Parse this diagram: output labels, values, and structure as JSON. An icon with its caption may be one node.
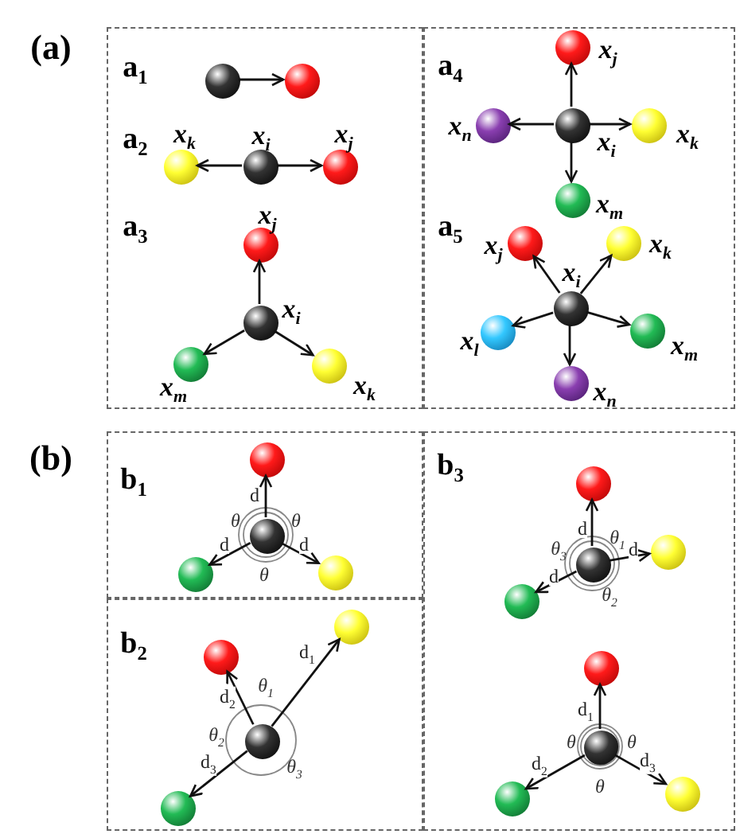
{
  "diagram": {
    "nodes": [
      {
        "text": [],
        "shape": "box"
      },
      {
        "text": [],
        "shape": "box"
      },
      {
        "text": [],
        "shape": "box"
      },
      {
        "text": [],
        "shape": "box"
      },
      {
        "text": [],
        "shape": "box"
      },
      {
        "text": [],
        "shape": "circle",
        "in": 0
      },
      {
        "text": [],
        "shape": "circle",
        "in": 0
      },
      {
        "text": [],
        "shape": "circle",
        "in": 0,
        "beside": [
          "x$_{k}$"
        ]
      },
      {
        "text": [],
        "shape": "circle",
        "in": 0,
        "beside": [
          "x$_{i}$"
        ]
      },
      {
        "text": [],
        "shape": "circle",
        "in": 0,
        "beside": [
          "x$_{j}$"
        ]
      },
      {
        "text": [],
        "shape": "circle",
        "in": 0,
        "beside": [
          "x$_{j}$"
        ]
      },
      {
        "text": [],
        "shape": "circle",
        "in": 0,
        "beside": [
          "x$_{i}$"
        ]
      },
      {
        "text": [],
        "shape": "circle",
        "in": 0,
        "beside": [
          "x$_{m}$"
        ]
      },
      {
        "text": [],
        "shape": "circle",
        "in": 0,
        "beside": [
          "x$_{k}$"
        ]
      },
      {
        "text": [],
        "shape": "circle",
        "in": 1,
        "beside": [
          "x$_{j}$"
        ]
      },
      {
        "text": [],
        "shape": "circle",
        "in": 1,
        "beside": [
          "x$_{n}$"
        ]
      },
      {
        "text": [],
        "shape": "circle",
        "in": 1,
        "beside": [
          "x$_{i}$"
        ]
      },
      {
        "text": [],
        "shape": "circle",
        "in": 1,
        "beside": [
          "x$_{k}$"
        ]
      },
      {
        "text": [],
        "shape": "circle",
        "in": 1,
        "beside": [
          "x$_{m}$"
        ]
      },
      {
        "text": [],
        "shape": "circle",
        "in": 1,
        "beside": [
          "x$_{j}$"
        ]
      },
      {
        "text": [],
        "shape": "circle",
        "in": 1,
        "beside": [
          "x$_{k}$"
        ]
      },
      {
        "text": [],
        "shape": "circle",
        "in": 1,
        "beside": [
          "x$_{i}$"
        ]
      },
      {
        "text": [],
        "shape": "circle",
        "in": 1,
        "beside": [
          "x$_{l}$"
        ]
      },
      {
        "text": [],
        "shape": "circle",
        "in": 1,
        "beside": [
          "x$_{m}$"
        ]
      },
      {
        "text": [],
        "shape": "circle",
        "in": 1,
        "beside": [
          "x$_{n}$"
        ]
      },
      {
        "text": [],
        "shape": "circle",
        "in": 2
      },
      {
        "text": [],
        "shape": "circle",
        "in": 2
      },
      {
        "text": [],
        "shape": "circle",
        "in": 2
      },
      {
        "text": [],
        "shape": "circle",
        "in": 2
      },
      {
        "text": [],
        "shape": "circle",
        "in": 3
      },
      {
        "text": [],
        "shape": "circle",
        "in": 3
      },
      {
        "text": [],
        "shape": "circle",
        "in": 3
      },
      {
        "text": [],
        "shape": "circle",
        "in": 3
      },
      {
        "text": [],
        "shape": "circle",
        "in": 4
      },
      {
        "text": [],
        "shape": "circle",
        "in": 4
      },
      {
        "text": [],
        "shape": "circle",
        "in": 4
      },
      {
        "text": [],
        "shape": "circle",
        "in": 4
      },
      {
        "text": [],
        "shape": "circle",
        "in": 4
      },
      {
        "text": [],
        "shape": "circle",
        "in": 4
      },
      {
        "text": [],
        "shape": "circle",
        "in": 4
      },
      {
        "text": [],
        "shape": "circle",
        "in": 4
      }
    ],
    "edges": [
      {
        "from": 5,
        "to": 6,
        "arrow": "to"
      },
      {
        "from": 8,
        "to": 7,
        "arrow": "to"
      },
      {
        "from": 8,
        "to": 9,
        "arrow": "to"
      },
      {
        "from": 11,
        "to": 10,
        "arrow": "to"
      },
      {
        "from": 11,
        "to": 12,
        "arrow": "to"
      },
      {
        "from": 11,
        "to": 13,
        "arrow": "to"
      },
      {
        "from": 16,
        "to": 14,
        "arrow": "to"
      },
      {
        "from": 16,
        "to": 15,
        "arrow": "to"
      },
      {
        "from": 16,
        "to": 17,
        "arrow": "to"
      },
      {
        "from": 16,
        "to": 18,
        "arrow": "to"
      },
      {
        "from": 21,
        "to": 19,
        "arrow": "to"
      },
      {
        "from": 21,
        "to": 20,
        "arrow": "to"
      },
      {
        "from": 21,
        "to": 22,
        "arrow": "to"
      },
      {
        "from": 21,
        "to": 23,
        "arrow": "to"
      },
      {
        "from": 21,
        "to": 24,
        "arrow": "to"
      },
      {
        "from": 26,
        "to": 25,
        "arrow": "to",
        "label": "d"
      },
      {
        "from": 26,
        "to": 27,
        "arrow": "to",
        "label": "d"
      },
      {
        "from": 26,
        "to": 28,
        "arrow": "to",
        "label": "d"
      },
      {
        "from": 31,
        "to": 29,
        "arrow": "to",
        "label": "d$_{1}$"
      },
      {
        "from": 31,
        "to": 30,
        "arrow": "to",
        "label": "d$_{2}$"
      },
      {
        "from": 31,
        "to": 32,
        "arrow": "to",
        "label": "d$_{3}$"
      },
      {
        "from": 35,
        "to": 33,
        "arrow": "to",
        "label": "d"
      },
      {
        "from": 35,
        "to": 34,
        "arrow": "to",
        "label": "d"
      },
      {
        "from": 35,
        "to": 36,
        "arrow": "to",
        "label": "d"
      },
      {
        "from": 38,
        "to": 37,
        "arrow": "to",
        "label": "d$_{1}$"
      },
      {
        "from": 38,
        "to": 39,
        "arrow": "to",
        "label": "d$_{2}$"
      },
      {
        "from": 38,
        "to": 40,
        "arrow": "to",
        "label": "d$_{3}$"
      }
    ],
    "labels": [
      "(a)",
      "a$_{1}$",
      "a$_{2}$",
      "a$_{3}$",
      "a$_{4}$",
      "a$_{5}$",
      "(b)",
      "b$_{1}$",
      "θ",
      "θ",
      "θ",
      "b$_{2}$",
      "θ$_{1}$",
      "θ$_{2}$",
      "θ$_{3}$",
      "b$_{3}$",
      "θ$_{3}$",
      "θ$_{1}$",
      "θ$_{2}$",
      "θ",
      "θ",
      "θ"
    ]
  }
}
